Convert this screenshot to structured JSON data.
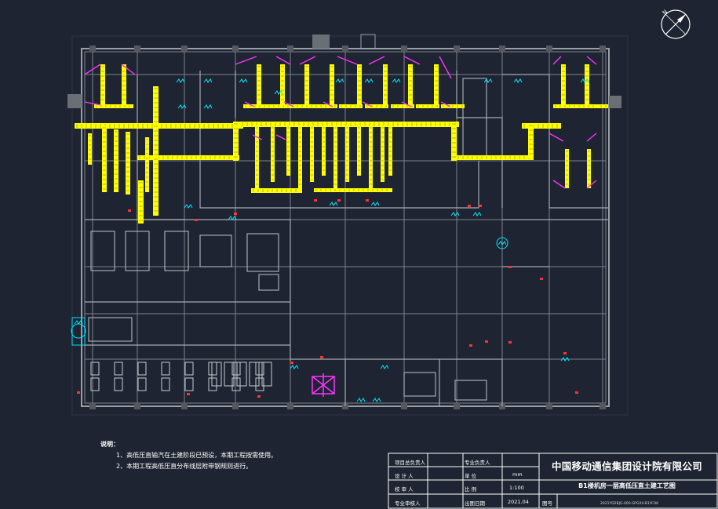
{
  "compass": {
    "icon": "north-arrow-icon",
    "label": "N"
  },
  "notes": {
    "title": "说明：",
    "items": [
      "1、高低压直输汽在土建阶段已预设，本期工程按需使用。",
      "2、本期工程高低压直分布线层附带钢规则进行。"
    ]
  },
  "title_block": {
    "company": "中国移动通信集团设计院有限公司",
    "drawing_title": "B1楼机房一层高低压直土建工艺图",
    "rows": [
      {
        "a": "项目总负责人",
        "b": "专业负责人",
        "c": "",
        "d": ""
      },
      {
        "a": "设  计  人",
        "b": "单    位",
        "c": "mm",
        "d": ""
      },
      {
        "a": "校  审  人",
        "b": "比    例",
        "c": "1:100",
        "d": ""
      },
      {
        "a": "专业审核人",
        "b": "出图日期",
        "c": "2021.04",
        "d": "图号"
      }
    ],
    "code": "2021YD2BJG-000-SPGXX-B1YC06"
  },
  "colors": {
    "background": "#1e2431",
    "wall": "#9a9fa8",
    "grid": "#7d828c",
    "cable_tray": "#ffff00",
    "riser": "#ff33ff",
    "equipment": "#00e5ff",
    "marker_red": "#ff3333",
    "text": "#ffffff"
  }
}
